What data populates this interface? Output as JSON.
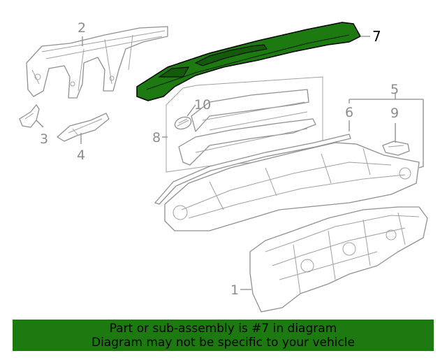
{
  "callouts": [
    "1",
    "2",
    "3",
    "4",
    "5",
    "6",
    "7",
    "8",
    "9",
    "10"
  ],
  "highlight_color": "#1d7a10",
  "banner": {
    "line1": "Part or sub-assembly is #7 in diagram",
    "line2": "Diagram may not be specific to your vehicle"
  }
}
